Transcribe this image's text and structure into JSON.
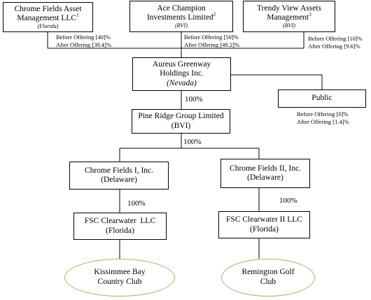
{
  "shareholders": [
    {
      "name_line1": "Chrome Fields Asset",
      "name_line2": "Management LLC",
      "note": "1",
      "jurisdiction": "(Florida)",
      "before": "Before Offering [40]%",
      "after": "After Offering [39.4]%"
    },
    {
      "name_line1": "Ace Champion",
      "name_line2": "Investments Limited",
      "note": "2",
      "jurisdiction": "(BVI)",
      "before": "Before Offering [50]%",
      "after": "After Offering [49.2]%"
    },
    {
      "name_line1": "Trendy View Assets",
      "name_line2": "Management",
      "note": "3",
      "jurisdiction": "(BVI)",
      "before": "Before Offering [10]%",
      "after": "After Offering [9.6]%"
    }
  ],
  "holdco": {
    "name_line1": "Aureus Greenway",
    "name_line2": "Holdings Inc.",
    "jurisdiction": "(Nevada)"
  },
  "public": {
    "name": "Public",
    "before": "Before Offering [0]%",
    "after": "After Offering [1.4]%"
  },
  "pct_holdco_pineridge": "100%",
  "pineridge": {
    "name": "Pine Ridge Group Limited",
    "jurisdiction": "(BVI)"
  },
  "pct_pineridge_subs": "100%",
  "cf1": {
    "name": "Chrome Fields I, Inc.",
    "jurisdiction": "(Delaware)",
    "pct": "100%"
  },
  "cf2": {
    "name": "Chrome Fields II, Inc.",
    "jurisdiction": "(Delaware)",
    "pct": "100%"
  },
  "fsc1": {
    "name": "FSC Clearwater  LLC",
    "jurisdiction": "(Florida)"
  },
  "fsc2": {
    "name": "FSC Clearwater II LLC",
    "jurisdiction": "(Florida)"
  },
  "club1": {
    "line1": "Kissimmee Bay",
    "line2": "Country Club"
  },
  "club2": {
    "line1": "Remington Golf",
    "line2": "Club"
  },
  "colors": {
    "lines": "#000000",
    "oval_border": "#8fbf6a"
  }
}
